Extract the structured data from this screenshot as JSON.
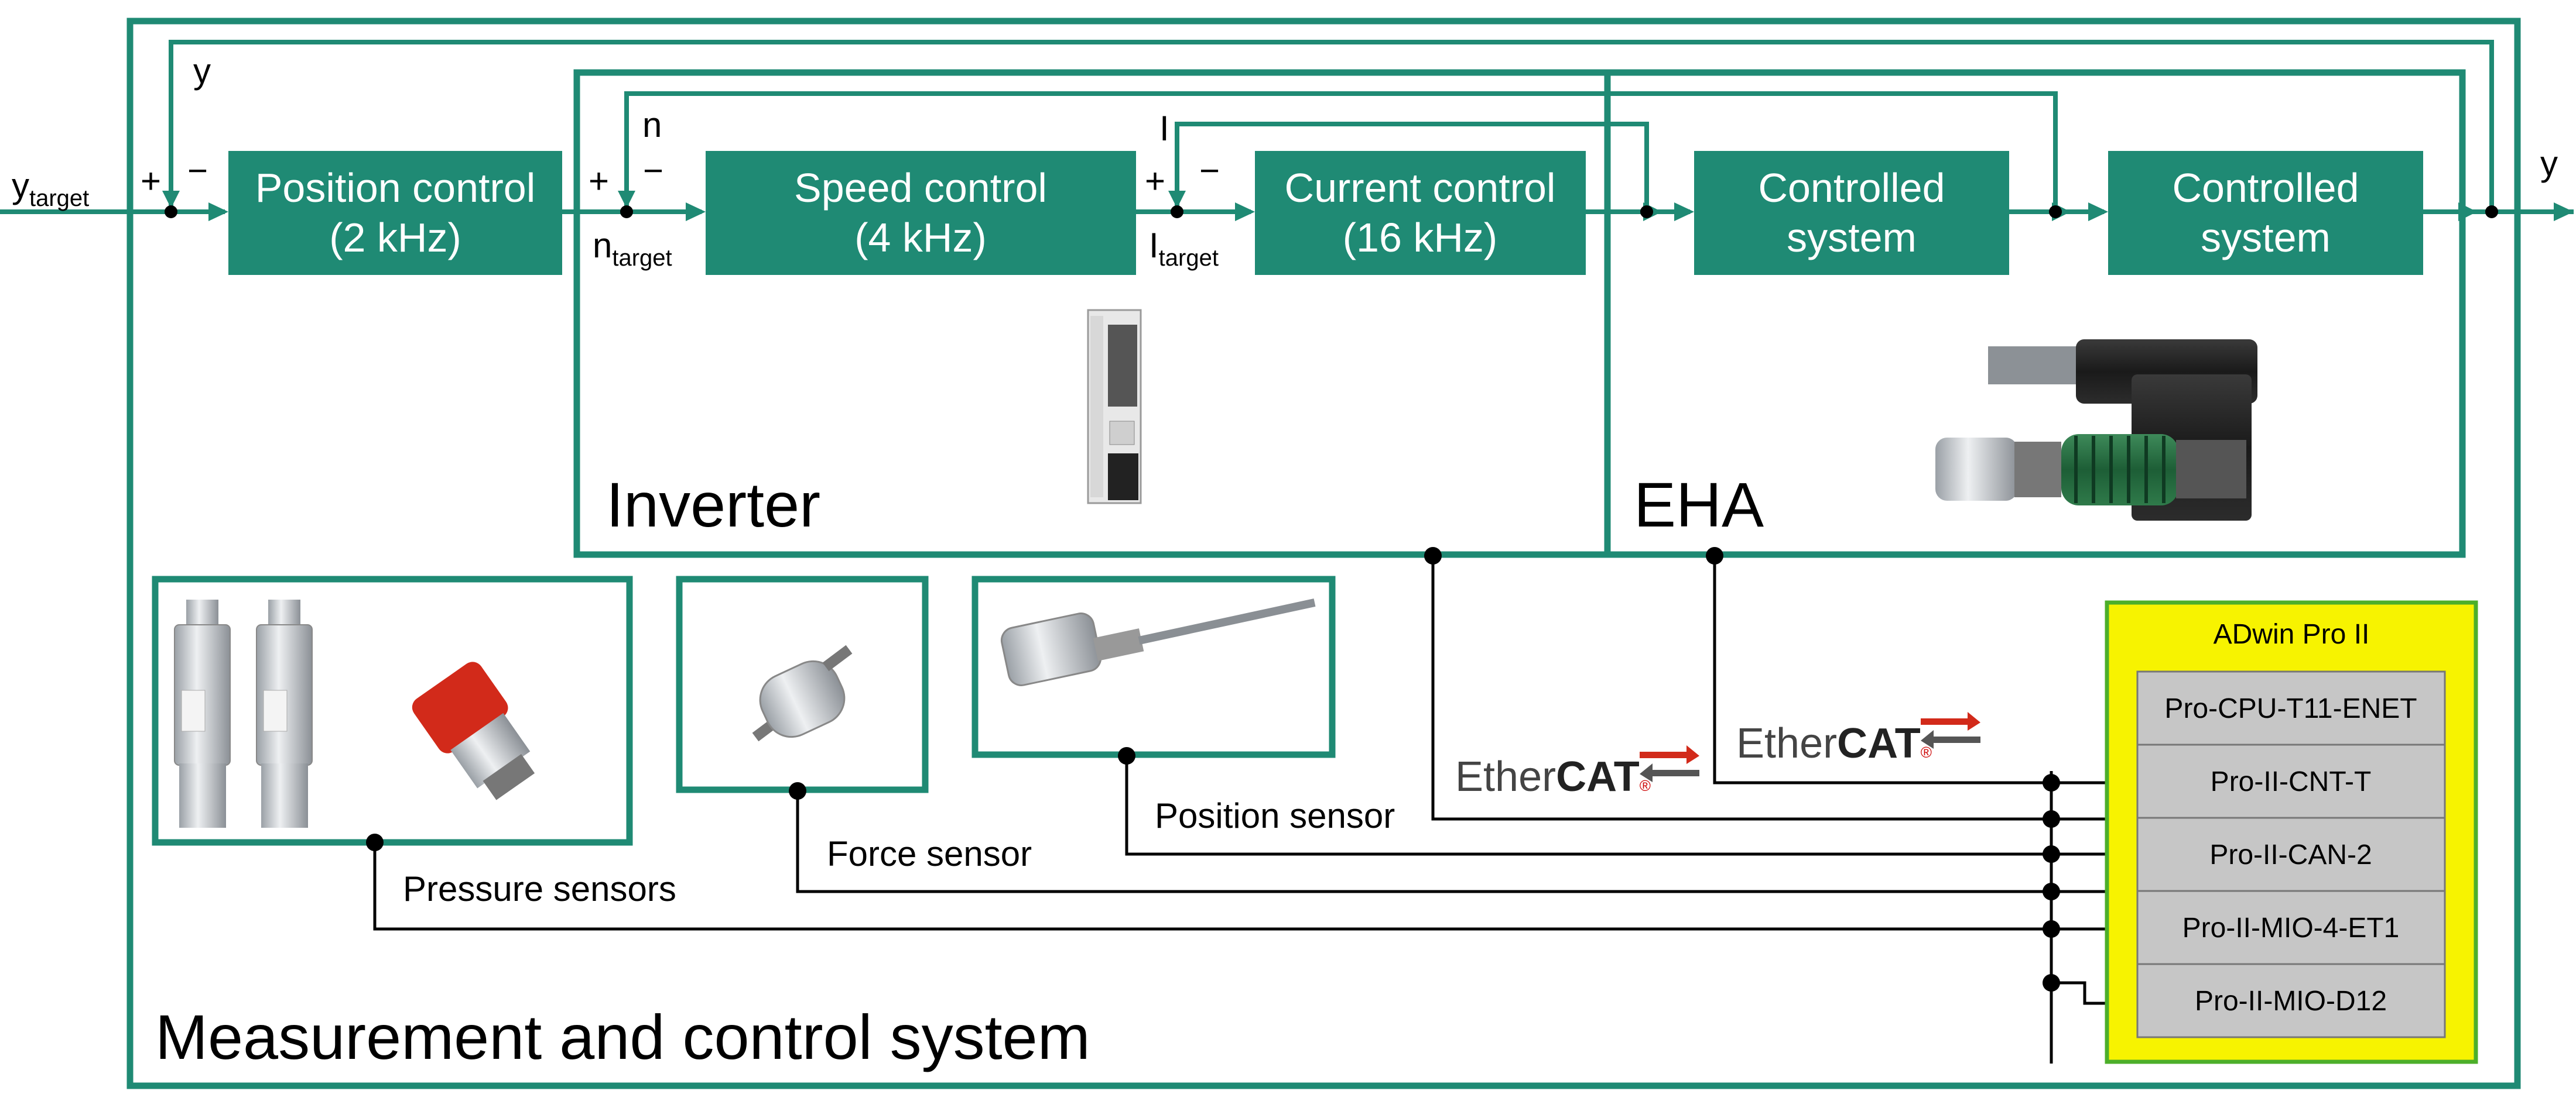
{
  "blocks": {
    "position": {
      "line1": "Position control",
      "line2": "(2 kHz)"
    },
    "speed": {
      "line1": "Speed control",
      "line2": "(4 kHz)"
    },
    "current": {
      "line1": "Current control",
      "line2": "(16 kHz)"
    },
    "sys1": {
      "line1": "Controlled",
      "line2": "system"
    },
    "sys2": {
      "line1": "Controlled",
      "line2": "system"
    }
  },
  "signals": {
    "ytarget_base": "y",
    "ytarget_sub": "target",
    "y_feedback": "y",
    "y_out": "y",
    "n_feedback": "n",
    "ntarget_base": "n",
    "ntarget_sub": "target",
    "i_feedback": "I",
    "itarget_base": "I",
    "itarget_sub": "target",
    "plus": "+",
    "minus": "−"
  },
  "regions": {
    "inverter": "Inverter",
    "eha": "EHA",
    "mcs": "Measurement and control system"
  },
  "sensors": {
    "pressure": "Pressure sensors",
    "force": "Force sensor",
    "position": "Position sensor"
  },
  "ethercat": {
    "part1": "Ether",
    "part2": "CAT",
    "mark": "®"
  },
  "adwin": {
    "title": "ADwin Pro II",
    "modules": [
      "Pro-CPU-T11-ENET",
      "Pro-II-CNT-T",
      "Pro-II-CAN-2",
      "Pro-II-MIO-4-ET1",
      "Pro-II-MIO-D12"
    ]
  },
  "colors": {
    "accent": "#1f8a74",
    "adwin_bg": "#f7f300",
    "adwin_border": "#4caf2a",
    "module_bg": "#c6c6c6"
  }
}
